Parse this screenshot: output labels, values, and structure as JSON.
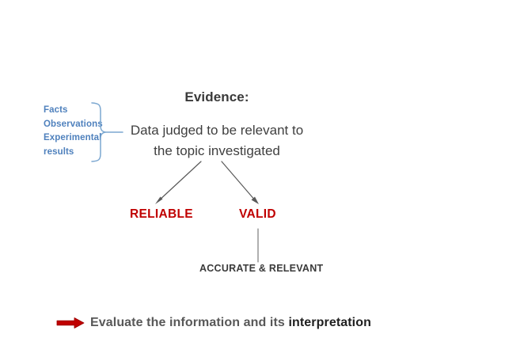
{
  "diagram": {
    "title": "Evidence:",
    "definition_lines": [
      "Data judged to be relevant to",
      "the topic investigated"
    ],
    "sources": {
      "items": [
        "Facts",
        "Observations",
        "Experimental",
        "results"
      ],
      "color": "#4F81BD",
      "brace_icon": "right-pointing-curly-brace"
    },
    "branches": [
      {
        "label": "RELIABLE",
        "color": "#C00000",
        "arrow_icon": "arrow-down-left"
      },
      {
        "label": "VALID",
        "color": "#C00000",
        "arrow_icon": "arrow-down-right"
      }
    ],
    "valid_detail": {
      "connector_icon": "vertical-line",
      "label": "ACCURATE & RELEVANT"
    },
    "conclusion": {
      "arrow_icon": "block-arrow-right",
      "arrow_color": "#C00000",
      "text_plain": "Evaluate the information and its ",
      "text_emphasis": "interpretation"
    },
    "colors": {
      "background": "#FFFFFF",
      "accent_blue": "#4F81BD",
      "accent_red": "#C00000",
      "text_dark": "#3A3A3A",
      "text_gray": "#585858",
      "arrow_gray": "#595959"
    }
  }
}
